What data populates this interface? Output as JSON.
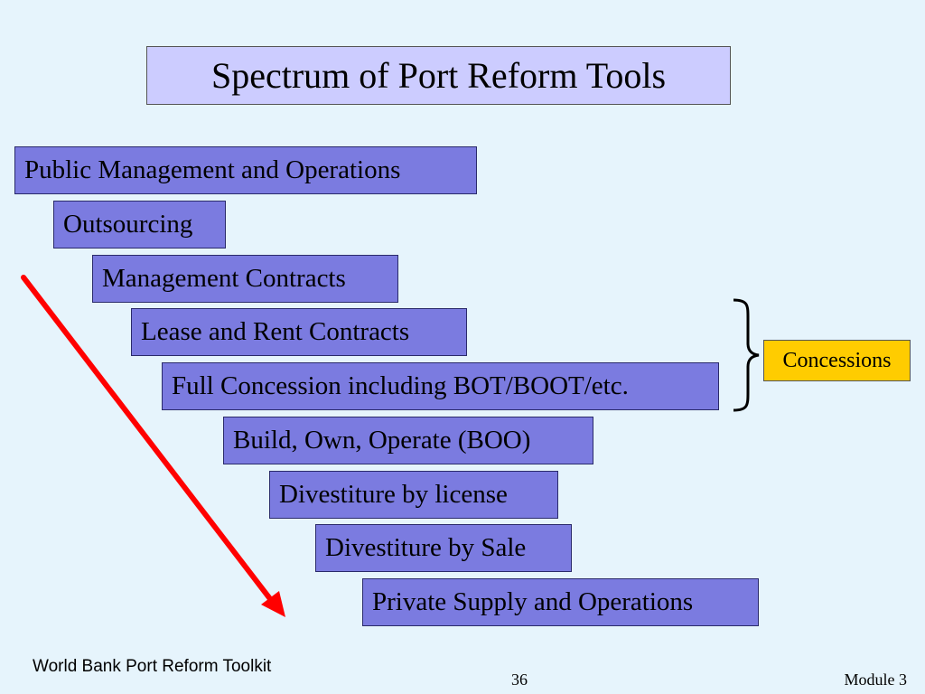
{
  "title": "Spectrum of Port Reform Tools",
  "steps": [
    "Public Management and Operations",
    "Outsourcing",
    "Management Contracts",
    "Lease and Rent Contracts",
    "Full Concession including BOT/BOOT/etc.",
    "Build, Own, Operate (BOO)",
    "Divestiture by license",
    "Divestiture by Sale",
    "Private Supply and Operations"
  ],
  "concessions_label": "Concessions",
  "footer": {
    "left": "World Bank Port Reform Toolkit",
    "page": "36",
    "right": "Module 3"
  },
  "colors": {
    "background": "#e6f4fc",
    "title_fill": "#ccccff",
    "step_fill": "#7b7be0",
    "concessions_fill": "#ffcc00",
    "arrow": "#ff0000"
  },
  "icons": {
    "brace": "right-curly-brace",
    "arrow": "diagonal-down-arrow"
  }
}
